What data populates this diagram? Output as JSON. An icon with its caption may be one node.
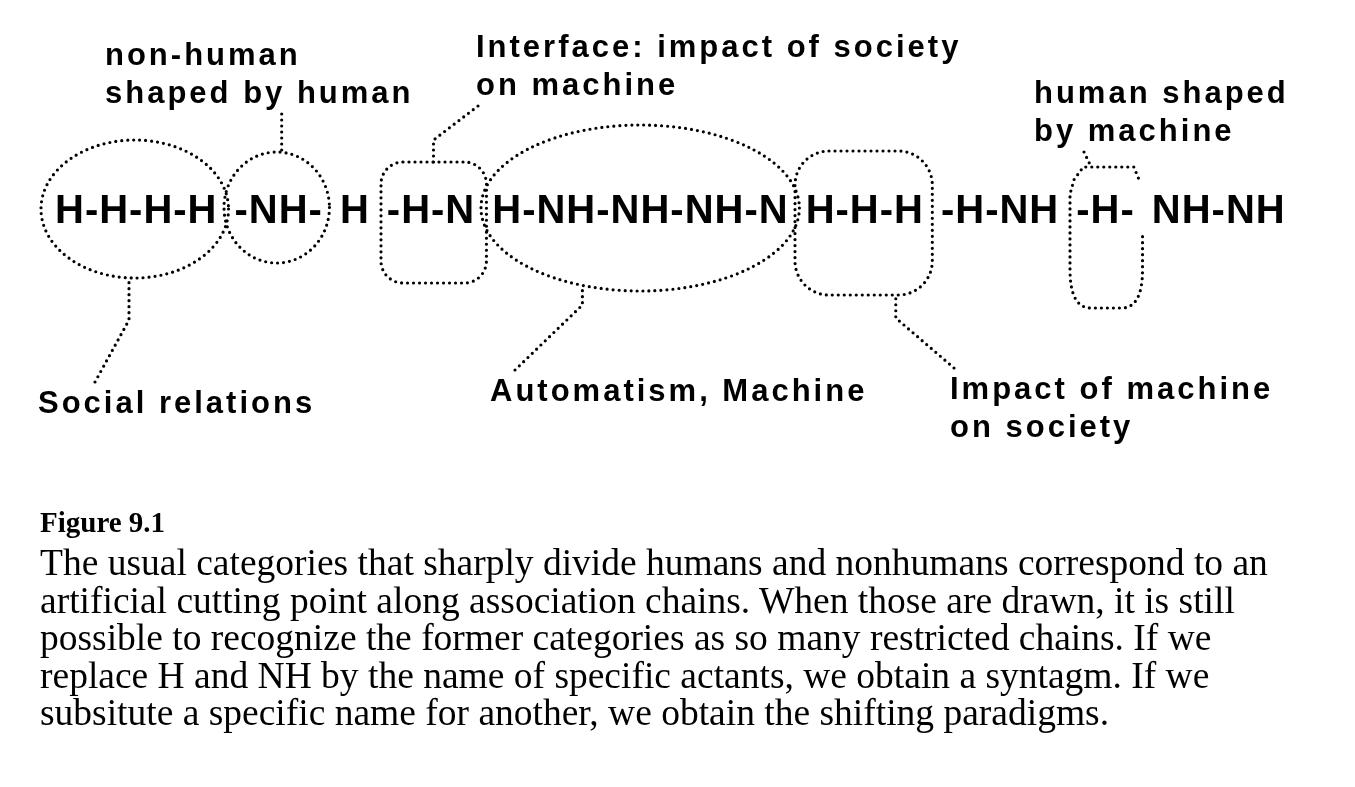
{
  "diagram": {
    "title": "Figure 9.1",
    "caption": "The usual categories that sharply divide humans and nonhumans correspond to an artificial cutting point along association chains. When those are drawn, it is still possible to recognize the former categories as so many restricted chains. If we replace H and NH by the name of specific actants, we obtain a syntagm. If we subsitute a specific name for another, we obtain the shifting paradigms.",
    "nodes": [
      {
        "text": [
          "non-human shaped by human"
        ]
      },
      {
        "text": [
          "Interface: impact of society on machine"
        ]
      },
      {
        "text": [
          "human shaped by machine"
        ]
      },
      {
        "text": [
          "H-H-H-H"
        ]
      },
      {
        "text": [
          "-NH-"
        ]
      },
      {
        "text": [
          "-H-N"
        ]
      },
      {
        "text": [
          "H-NH-NH-NH-N"
        ]
      },
      {
        "text": [
          "H-H-H"
        ]
      },
      {
        "text": [
          "-H-"
        ]
      },
      {
        "text": [
          "Social relations"
        ]
      },
      {
        "text": [
          "Automatism, Machine"
        ]
      },
      {
        "text": [
          "Impact of machine on society"
        ]
      }
    ],
    "edges": [
      {
        "from": 0,
        "to": 4,
        "arrow": "none"
      },
      {
        "from": 1,
        "to": 5,
        "arrow": "none"
      },
      {
        "from": 2,
        "to": 8,
        "arrow": "none"
      },
      {
        "from": 9,
        "to": 3,
        "arrow": "none"
      },
      {
        "from": 10,
        "to": 6,
        "arrow": "none"
      },
      {
        "from": 11,
        "to": 7,
        "arrow": "none"
      }
    ],
    "labels": [
      "H",
      "-H-NH",
      "NH-NH"
    ]
  }
}
